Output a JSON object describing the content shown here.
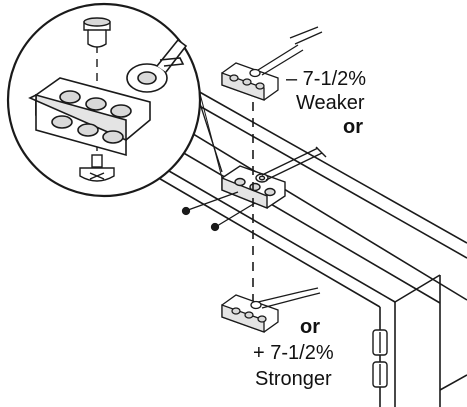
{
  "labels": {
    "top_adjust": "– 7-1/2%",
    "top_effect": "Weaker",
    "top_or": "or",
    "bottom_or": "or",
    "bottom_adjust": "+ 7-1/2%",
    "bottom_effect": "Stronger"
  },
  "colors": {
    "line": "#1a1a1a",
    "part_fill": "#ffffff",
    "hole_fill": "#d9d9d9",
    "shade": "#cfcfcf"
  }
}
